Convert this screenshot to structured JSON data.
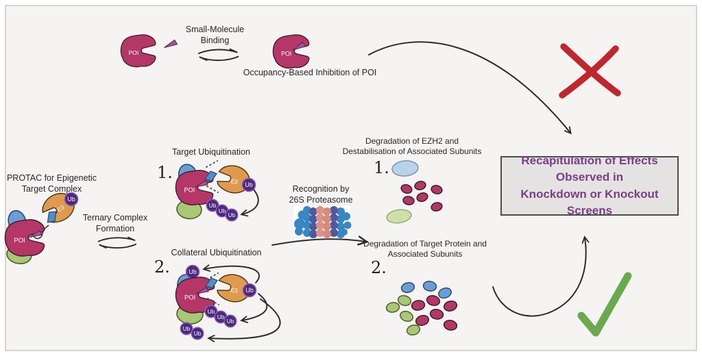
{
  "labels": {
    "poi": "POI",
    "e3": "E3",
    "ub": "Ub"
  },
  "top": {
    "binding_label": "Small-Molecule\nBinding",
    "inhibition_label": "Occupancy-Based Inhibition of POI"
  },
  "left": {
    "protac_label": "PROTAC for Epigenetic\nTarget Complex",
    "ternary_label": "Ternary Complex\nFormation"
  },
  "ubiquitination": {
    "step1_number": "1.",
    "step1_title": "Target Ubiquitination",
    "step2_number": "2.",
    "step2_title": "Collateral Ubiquitination"
  },
  "proteasome": {
    "label": "Recognition by\n26S Proteasome"
  },
  "degradation": {
    "step1_number": "1.",
    "step1_title": "Degradation of EZH2 and\nDestabilisation of Associated Subunits",
    "step2_number": "2.",
    "step2_title": "Degradation of Target Protein and\nAssociated Subunits"
  },
  "outcome": {
    "box_text": "Recapitulation of Effects\nObserved in\nKnockdown or Knockout Screens"
  },
  "icons": {
    "rejected": "red-cross",
    "accepted": "green-checkmark"
  },
  "colors": {
    "poi_magenta": "#b43768",
    "e3_orange": "#df9a4d",
    "ubiquitin_purple": "#4b2a7b",
    "subunit_blue": "#6b9ed6",
    "subunit_green": "#a9c875",
    "small_molecule_purple": "#a3539f",
    "ligand_blue": "#4f8fca",
    "cross_red": "#c0272d",
    "check_green": "#6aaa4f",
    "box_text_purple": "#7b3d8a",
    "background": "#f5f4f3"
  }
}
